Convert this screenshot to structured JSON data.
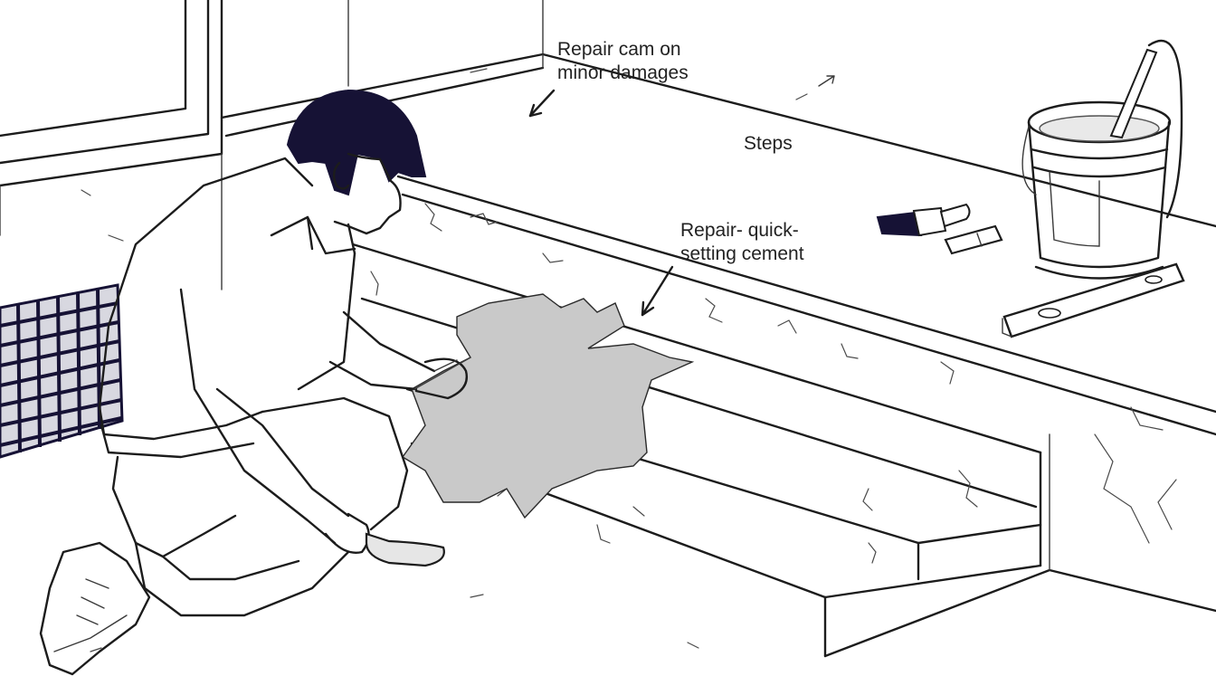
{
  "labels": {
    "minor_damage": [
      "Repair cam on",
      "minor damages"
    ],
    "steps": "Steps",
    "cement": [
      "Repair- quick-",
      "setting cement"
    ]
  },
  "colors": {
    "line": "#1c1c1c",
    "hair": "#161235",
    "cement_patch": "#c9c9c9",
    "background": "#ffffff"
  },
  "icons": [
    "arrow-icon",
    "paint-brush-icon",
    "bucket-icon",
    "trowel-icon",
    "level-icon",
    "doormat-icon"
  ]
}
